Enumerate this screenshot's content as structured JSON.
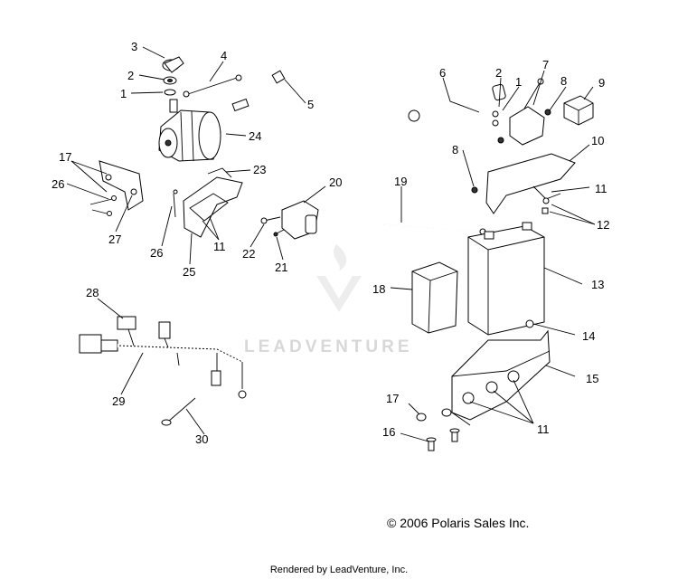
{
  "callouts": {
    "c1a": "1",
    "c2a": "2",
    "c3": "3",
    "c4": "4",
    "c5": "5",
    "c24": "24",
    "c17a": "17",
    "c26a": "26",
    "c27": "27",
    "c23": "23",
    "c26b": "26",
    "c11a": "11",
    "c25": "25",
    "c20": "20",
    "c22": "22",
    "c21": "21",
    "c28": "28",
    "c29": "29",
    "c30": "30",
    "c6": "6",
    "c2b": "2",
    "c1b": "1",
    "c7": "7",
    "c8a": "8",
    "c9": "9",
    "c8b": "8",
    "c10": "10",
    "c19": "19",
    "c11b": "11",
    "c12": "12",
    "c18": "18",
    "c13": "13",
    "c14": "14",
    "c15": "15",
    "c11c": "11",
    "c17b": "17",
    "c16": "16"
  },
  "watermark": "LEADVENTURE",
  "copyright": "© 2006 Polaris Sales Inc.",
  "footer": "Rendered by LeadVenture, Inc."
}
